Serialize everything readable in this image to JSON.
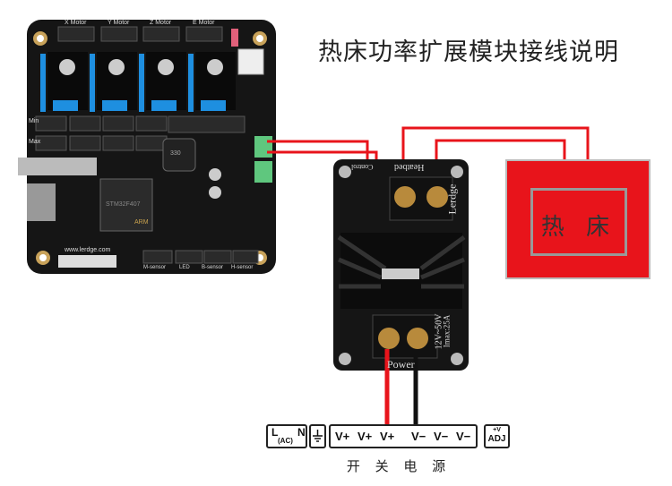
{
  "title": "热床功率扩展模块接线说明",
  "mainboard": {
    "motor_labels": [
      "X Motor",
      "Y Motor",
      "Z Motor",
      "E Motor"
    ],
    "side_labels": [
      "Min",
      "Max"
    ],
    "url": "www.lerdge.com",
    "bottom_labels": [
      "M-sensor",
      "LED",
      "B-sensor",
      "H-sensor"
    ],
    "inductor": "330",
    "chip": "STM32F407",
    "arm": "ARM"
  },
  "module": {
    "control_label": "Control",
    "heatbed_label": "Heatbed",
    "brand": "Lerdge",
    "rating_voltage": "12V~50V",
    "rating_current": "Imax:25A",
    "power_label": "Power"
  },
  "heatbed": {
    "label": "热 床"
  },
  "psu": {
    "ac_l": "L",
    "ac_n": "N",
    "ac_sub": "(AC)",
    "vplus": [
      "V+",
      "V+",
      "V+"
    ],
    "vminus": [
      "V−",
      "V−",
      "V−"
    ],
    "adj_top": "+V",
    "adj": "ADJ",
    "label": "开 关 电 源"
  },
  "colors": {
    "wire_pos": "#e8141b",
    "wire_neg": "#111111",
    "board": "#151515",
    "bed": "#e8141b"
  }
}
